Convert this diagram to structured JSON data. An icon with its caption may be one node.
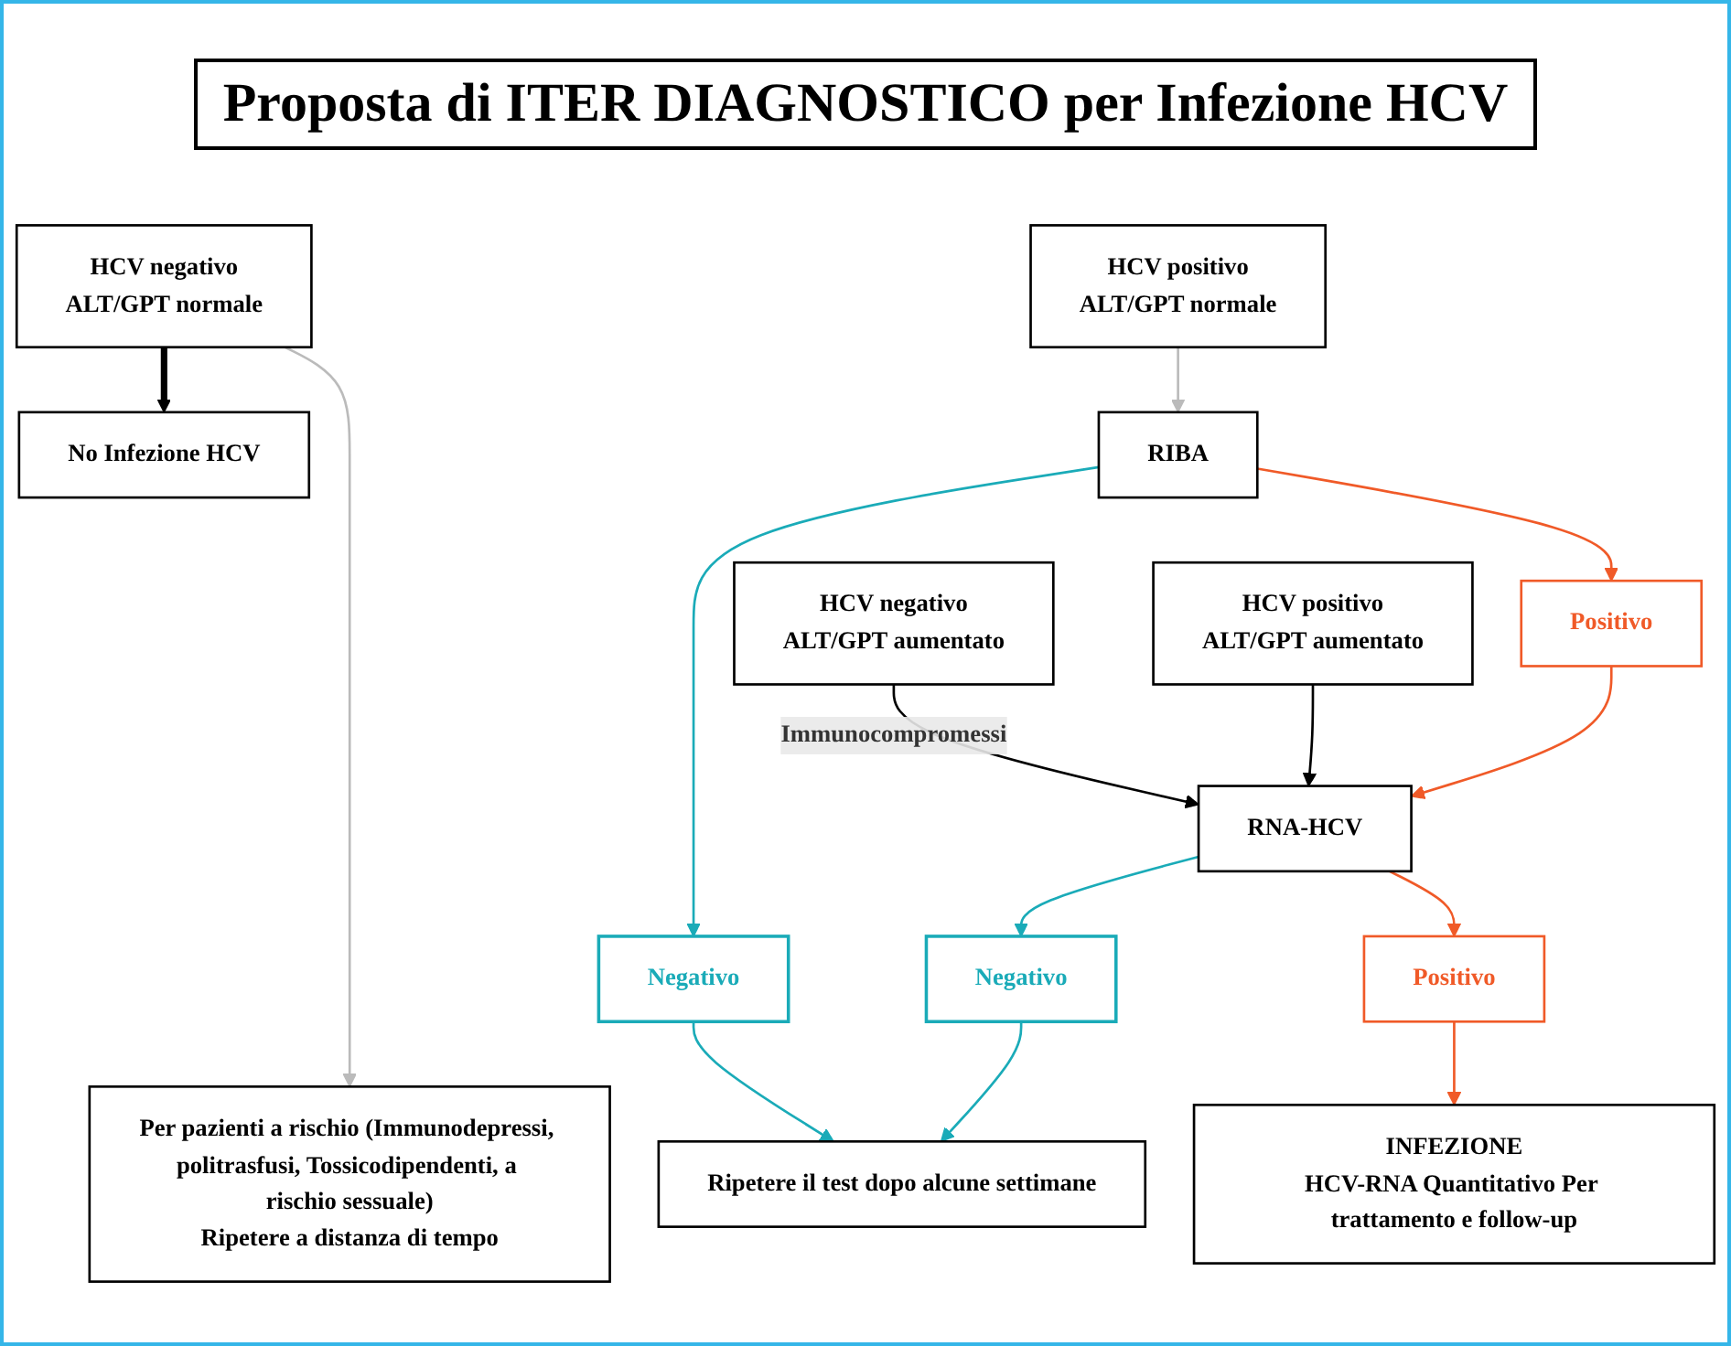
{
  "diagram": {
    "title": "Proposta di ITER DIAGNOSTICO per Infezione HCV",
    "nodes": [
      {
        "text": [
          "HCV negativo",
          "ALT/GPT normale"
        ]
      },
      {
        "text": [
          "HCV positivo",
          "ALT/GPT normale"
        ]
      },
      {
        "text": [
          "HCV negativo",
          "ALT/GPT aumentato"
        ]
      },
      {
        "text": [
          "HCV positivo",
          "ALT/GPT aumentato"
        ]
      },
      {
        "text": [
          "No Infezione HCV"
        ]
      },
      {
        "text": [
          "RIBA"
        ]
      },
      {
        "text": [
          "Positivo"
        ]
      },
      {
        "text": [
          "RNA-HCV"
        ]
      },
      {
        "text": [
          "Negativo"
        ]
      },
      {
        "text": [
          "Negativo"
        ]
      },
      {
        "text": [
          "Positivo"
        ]
      },
      {
        "text": [
          "Ripetere il test dopo alcune settimane"
        ]
      },
      {
        "text": [
          "Per pazienti a rischio (Immunodepressi, politrasfusi, Tossicodipendenti, a rischio sessuale)",
          "Ripetere a distanza di tempo"
        ]
      },
      {
        "text": [
          "INFEZIONE",
          "HCV-RNA Quantitativo Per trattamento e follow-up"
        ]
      }
    ],
    "edges": [
      {
        "from": 0,
        "to": 4,
        "arrow": "to",
        "style": "thick",
        "color": "#000000"
      },
      {
        "from": 0,
        "to": 12,
        "arrow": "to",
        "color": "#bbbbbb"
      },
      {
        "from": 1,
        "to": 5,
        "arrow": "to",
        "color": "#bbbbbb"
      },
      {
        "from": 2,
        "to": 7,
        "arrow": "to",
        "label": "Immunocompromessi",
        "color": "#000000"
      },
      {
        "from": 3,
        "to": 7,
        "arrow": "to",
        "color": "#000000"
      },
      {
        "from": 5,
        "to": 6,
        "arrow": "to",
        "color": "#f05a28"
      },
      {
        "from": 6,
        "to": 7,
        "arrow": "to",
        "color": "#f05a28"
      },
      {
        "from": 5,
        "to": 8,
        "arrow": "to",
        "color": "#1aabb8"
      },
      {
        "from": 7,
        "to": 9,
        "arrow": "to",
        "color": "#1aabb8"
      },
      {
        "from": 7,
        "to": 10,
        "arrow": "to",
        "color": "#f05a28"
      },
      {
        "from": 8,
        "to": 11,
        "arrow": "to",
        "color": "#1aabb8"
      },
      {
        "from": 9,
        "to": 11,
        "arrow": "to",
        "color": "#1aabb8"
      },
      {
        "from": 10,
        "to": 13,
        "arrow": "to",
        "color": "#f05a28"
      }
    ]
  }
}
